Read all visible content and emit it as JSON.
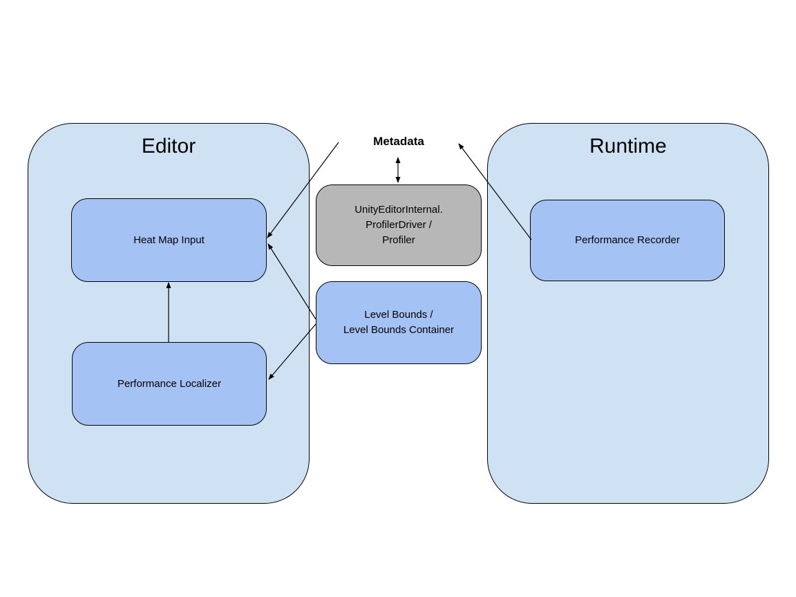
{
  "diagram": {
    "title_left": "Editor",
    "title_right": "Runtime",
    "labels": {
      "metadata": "Metadata"
    },
    "nodes": {
      "heat_map_input": "Heat Map Input",
      "performance_localizer": "Performance Localizer",
      "performance_recorder": "Performance Recorder",
      "profiler_driver": "UnityEditorInternal.\nProfilerDriver /\nProfiler",
      "level_bounds": "Level Bounds /\nLevel Bounds Container"
    },
    "edges": [
      {
        "from": "metadata",
        "to": "profiler_driver",
        "direction": "bidirectional"
      },
      {
        "from": "metadata",
        "to": "heat_map_input",
        "direction": "one-way"
      },
      {
        "from": "level_bounds",
        "to": "heat_map_input",
        "direction": "one-way"
      },
      {
        "from": "level_bounds",
        "to": "performance_localizer",
        "direction": "one-way"
      },
      {
        "from": "performance_localizer",
        "to": "heat_map_input",
        "direction": "one-way"
      },
      {
        "from": "performance_recorder",
        "to": "metadata",
        "direction": "one-way"
      }
    ],
    "colors": {
      "background": "#ffffff",
      "container_fill": "#cfe2f3",
      "node_fill": "#a4c2f4",
      "gray_node_fill": "#b7b7b7",
      "border": "#000000",
      "arrow": "#000000",
      "text": "#000000"
    }
  }
}
